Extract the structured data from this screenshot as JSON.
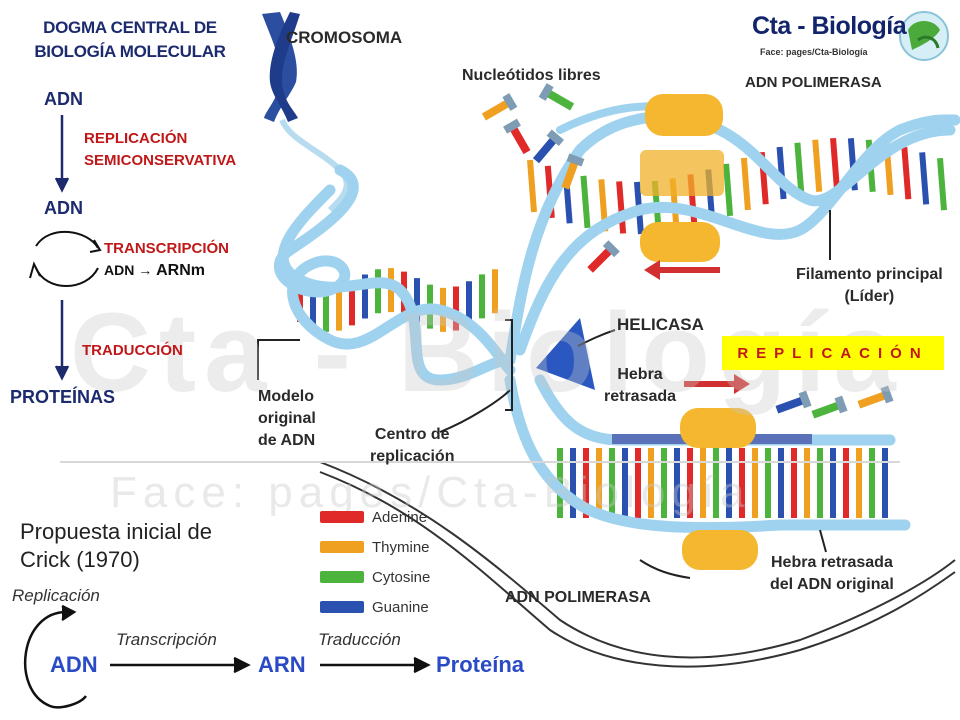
{
  "title": {
    "line1": "DOGMA CENTRAL DE",
    "line2": "BIOLOGÍA MOLECULAR"
  },
  "scheme": {
    "adn_top": "ADN",
    "replication_line1": "REPLICACIÓN",
    "replication_line2": "SEMICONSERVATIVA",
    "adn_middle": "ADN",
    "transcription": "TRANSCRIPCIÓN",
    "transcription_sub_from": "ADN →",
    "transcription_sub_to": "ARNm",
    "translation": "TRADUCCIÓN",
    "proteins": "PROTEÍNAS"
  },
  "crick": {
    "title_line1": "Propuesta inicial de",
    "title_line2": "Crick (1970)",
    "replication": "Replicación",
    "transcription": "Transcripción",
    "translation": "Traducción",
    "adn": "ADN",
    "arn": "ARN",
    "protein": "Proteína"
  },
  "labels": {
    "chromosome": "CROMOSOMA",
    "free_nucleotides": "Nucleótidos libres",
    "polymerase_top": "ADN POLIMERASA",
    "leading_line1": "Filamento principal",
    "leading_line2": "(Líder)",
    "helicase": "HELICASA",
    "lagging_line1": "Hebra",
    "lagging_line2": "retrasada",
    "model_line1": "Modelo",
    "model_line2": "original",
    "model_line3": "de ADN",
    "center_line1": "Centro de",
    "center_line2": "replicación",
    "polymerase_bottom": "ADN POLIMERASA",
    "lagging_orig_line1": "Hebra retrasada",
    "lagging_orig_line2": "del ADN original"
  },
  "replication_badge": "REPLICACIÓN",
  "legend": [
    {
      "name": "Adenine",
      "color": "#e02a2a"
    },
    {
      "name": "Thymine",
      "color": "#f0a020"
    },
    {
      "name": "Cytosine",
      "color": "#4cb43c"
    },
    {
      "name": "Guanine",
      "color": "#2a50b0"
    }
  ],
  "logo": {
    "title": "Cta - Biología",
    "subtitle": "Face:   pages/Cta-Biología"
  },
  "watermark": {
    "main": "Cta - Biología",
    "sub": "Face:    pages/Cta-Biología"
  },
  "colors": {
    "navy": "#1c2a6e",
    "red": "#c01818",
    "blue": "#2a4bc4",
    "backbone": "#a8d8f0",
    "enzyme": "#f5b730",
    "badge": "#ffff00"
  }
}
